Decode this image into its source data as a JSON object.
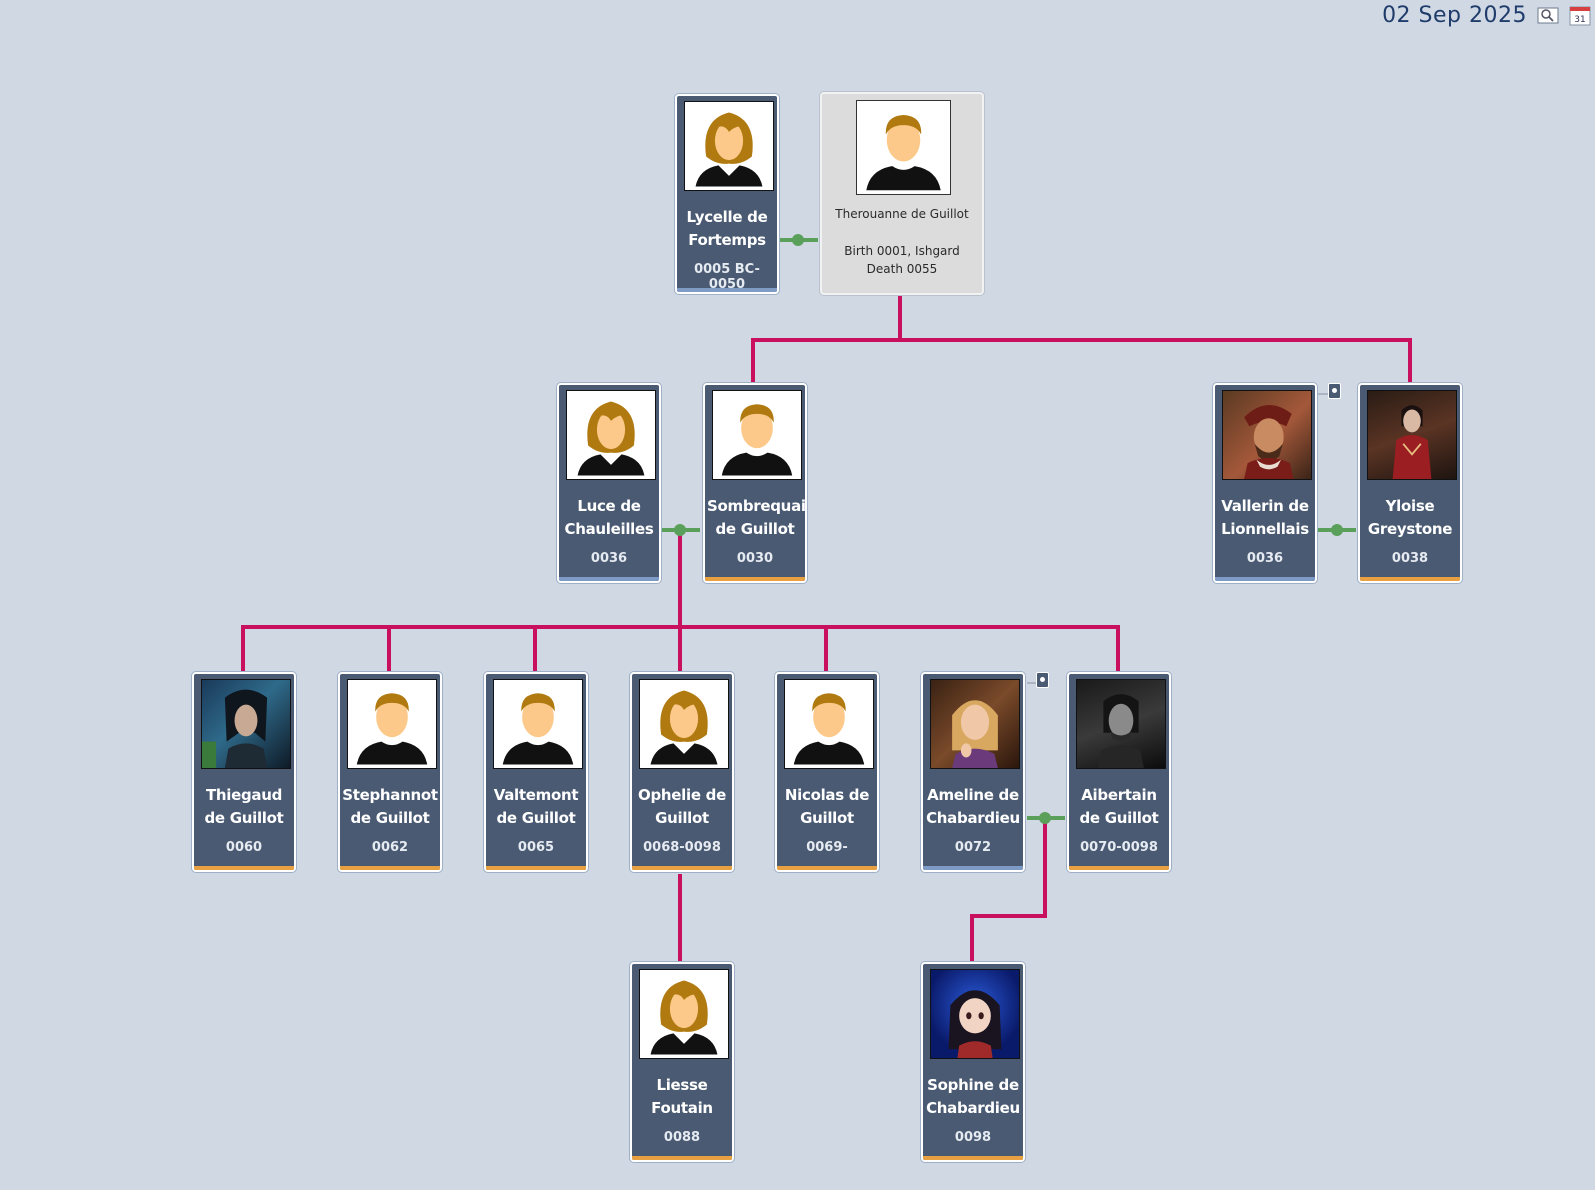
{
  "header": {
    "date": "02 Sep 2025",
    "search_icon": "search-icon",
    "calendar_icon": "calendar-icon",
    "calendar_day": "31"
  },
  "colors": {
    "background": "#d0d8e4",
    "card": "#4a5a72",
    "parent_line": "#c8105f",
    "couple_line": "#5aa05a",
    "female_stripe": "#7d9bc4",
    "male_stripe": "#e8a040"
  },
  "focus_person": {
    "name": "Therouanne de Guillot",
    "birth": "Birth 0001, Ishgard",
    "death": "Death 0055",
    "avatar": "male-silhouette"
  },
  "people": [
    {
      "id": "lycelle",
      "name": "Lycelle de Fortemps",
      "years": "0005 BC-0050",
      "gender": "female",
      "avatar": "female-silhouette"
    },
    {
      "id": "luce",
      "name": "Luce de Chauleilles",
      "years": "0036",
      "gender": "female",
      "avatar": "female-silhouette"
    },
    {
      "id": "sombrequain",
      "name": "Sombrequain de Guillot",
      "years": "0030",
      "gender": "male",
      "avatar": "male-silhouette"
    },
    {
      "id": "vallerin",
      "name": "Vallerin de Lionnellais",
      "years": "0036",
      "gender": "female",
      "avatar": "photo-vallerin"
    },
    {
      "id": "yloise",
      "name": "Yloise Greystone",
      "years": "0038",
      "gender": "male",
      "avatar": "photo-yloise"
    },
    {
      "id": "thiegaud",
      "name": "Thiegaud de Guillot",
      "years": "0060",
      "gender": "male",
      "avatar": "photo-thiegaud"
    },
    {
      "id": "stephannot",
      "name": "Stephannot de Guillot",
      "years": "0062",
      "gender": "male",
      "avatar": "male-silhouette"
    },
    {
      "id": "valtemont",
      "name": "Valtemont de Guillot",
      "years": "0065",
      "gender": "male",
      "avatar": "male-silhouette"
    },
    {
      "id": "ophelie",
      "name": "Ophelie de Guillot",
      "years": "0068-0098",
      "gender": "male",
      "avatar": "female-silhouette"
    },
    {
      "id": "nicolas",
      "name": "Nicolas de Guillot",
      "years": "0069-",
      "gender": "male",
      "avatar": "male-silhouette"
    },
    {
      "id": "ameline",
      "name": "Ameline de Chabardieu",
      "years": "0072",
      "gender": "female",
      "avatar": "photo-ameline"
    },
    {
      "id": "aibertain",
      "name": "Aibertain de Guillot",
      "years": "0070-0098",
      "gender": "male",
      "avatar": "photo-aibertain"
    },
    {
      "id": "liesse",
      "name": "Liesse Foutain",
      "years": "0088",
      "gender": "male",
      "avatar": "female-silhouette"
    },
    {
      "id": "sophine",
      "name": "Sophine de Chabardieu",
      "years": "0098",
      "gender": "male",
      "avatar": "photo-sophine"
    }
  ]
}
